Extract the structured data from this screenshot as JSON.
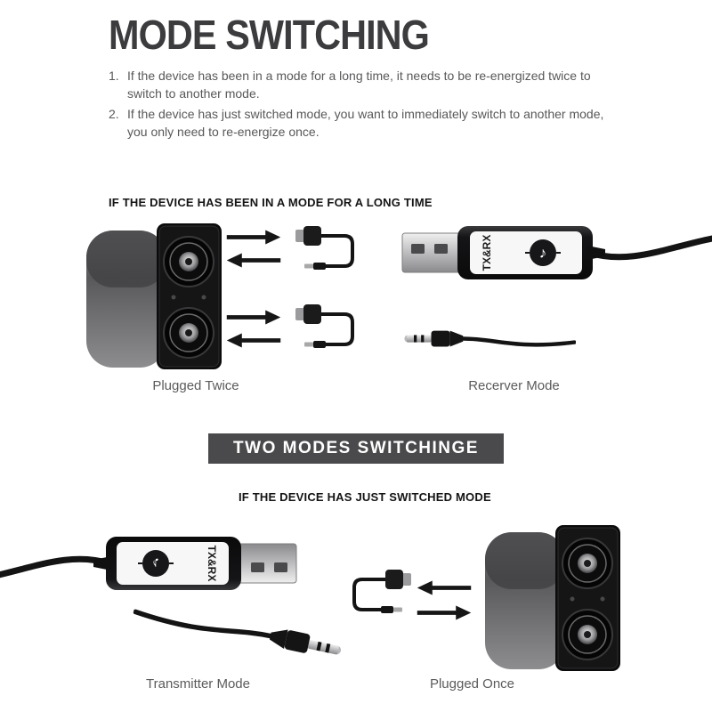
{
  "colors": {
    "background": "#ffffff",
    "title_text": "#3c3c3e",
    "body_text": "#58585a",
    "heading_text": "#141414",
    "caption_text": "#5b5b5b",
    "banner_bg": "#4a4a4c",
    "banner_text": "#ffffff"
  },
  "icons": {
    "music_note": "♪"
  },
  "header": {
    "title": "MODE SWITCHING"
  },
  "instructions": [
    {
      "number": "1.",
      "text": "If the device has been in a mode for a long time, it needs to be re-energized twice to switch to another mode."
    },
    {
      "number": "2.",
      "text": "If the device has just switched mode, you want to immediately switch to another mode, you only need to re-energize once."
    }
  ],
  "section_long_time": {
    "heading": "IF THE DEVICE HAS BEEN IN A MODE FOR A LONG TIME",
    "left_caption": "Plugged Twice",
    "right_caption": "Recerver Mode"
  },
  "banner": {
    "label": "TWO MODES SWITCHINGE"
  },
  "section_just_switched": {
    "heading": "IF THE DEVICE HAS JUST SWITCHED MODE",
    "left_caption": "Transmitter Mode",
    "right_caption": "Plugged Once"
  },
  "adapter": {
    "label": "TX&RX"
  }
}
